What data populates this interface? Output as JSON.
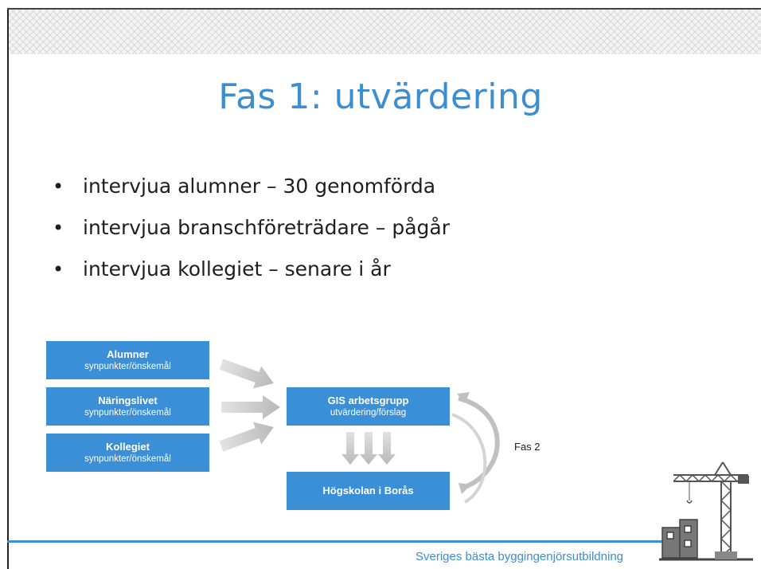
{
  "slide": {
    "title": "Fas 1: utvärdering",
    "bullets": [
      "intervjua alumner – 30 genomförda",
      "intervjua branschföreträdare – pågår",
      "intervjua kollegiet – senare i år"
    ]
  },
  "diagram": {
    "inputs": [
      {
        "title": "Alumner",
        "subtitle": "synpunkter/önskemål"
      },
      {
        "title": "Näringslivet",
        "subtitle": "synpunkter/önskemål"
      },
      {
        "title": "Kollegiet",
        "subtitle": "synpunkter/önskemål"
      }
    ],
    "center": {
      "title": "GIS arbetsgrupp",
      "subtitle": "utvärdering/förslag"
    },
    "bottom": {
      "title": "Högskolan i Borås"
    },
    "loop_label": "Fas 2"
  },
  "footer": {
    "tagline": "Sveriges bästa byggingenjörsutbildning",
    "logo_icon": "construction-crane-icon"
  },
  "colors": {
    "title": "#3c8ed1",
    "box": "#3a8fd6",
    "arrow": "#c8c8c8"
  }
}
